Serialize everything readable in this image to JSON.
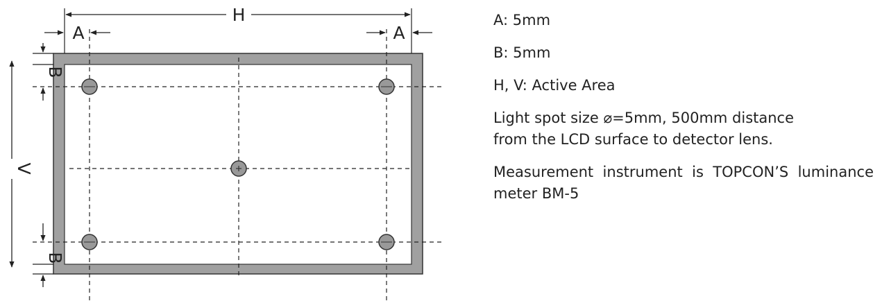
{
  "diagram": {
    "labels": {
      "h": "H",
      "v": "V",
      "a_left": "A",
      "a_right": "A",
      "b_top": "B",
      "b_bottom": "B"
    },
    "colors": {
      "frame": "#a0a0a0",
      "outline": "#333333",
      "dot": "#999999",
      "line": "#222222"
    },
    "icons": [
      "measurement-point-icon",
      "center-point-icon",
      "arrow-icon"
    ]
  },
  "specs": {
    "a": "A: 5mm",
    "b": "B: 5mm",
    "hv": "H, V: Active Area",
    "light_spot_line1": "Light spot size ⌀=5mm, 500mm distance",
    "light_spot_line2": "from the LCD surface to detector lens.",
    "instrument": "Measurement instrument is TOPCON’S luminance meter BM-5"
  }
}
